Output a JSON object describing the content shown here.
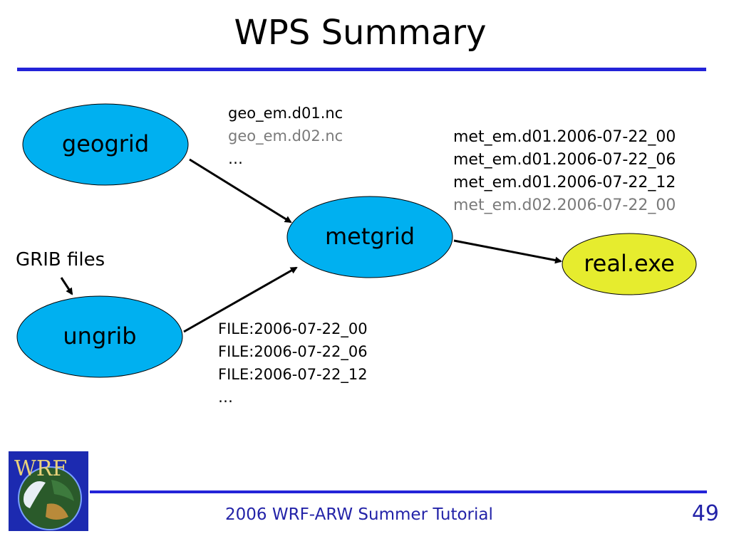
{
  "title": "WPS Summary",
  "nodes": {
    "geogrid": "geogrid",
    "ungrib": "ungrib",
    "metgrid": "metgrid",
    "real": "real.exe"
  },
  "grib_label": "GRIB files",
  "geo_files": [
    {
      "text": "geo_em.d01.nc",
      "style": "normal"
    },
    {
      "text": "geo_em.d02.nc",
      "style": "gray"
    },
    {
      "text": "…",
      "style": "normal"
    }
  ],
  "met_files": [
    {
      "text": "met_em.d01.2006-07-22_00",
      "style": "normal"
    },
    {
      "text": "met_em.d01.2006-07-22_06",
      "style": "normal"
    },
    {
      "text": "met_em.d01.2006-07-22_12",
      "style": "normal"
    },
    {
      "text": "met_em.d02.2006-07-22_00",
      "style": "gray"
    }
  ],
  "ungrib_files": [
    {
      "text": "FILE:2006-07-22_00",
      "style": "normal"
    },
    {
      "text": "FILE:2006-07-22_06",
      "style": "normal"
    },
    {
      "text": "FILE:2006-07-22_12",
      "style": "normal"
    },
    {
      "text": "…",
      "style": "normal"
    }
  ],
  "logo_text": "WRF",
  "footer": "2006 WRF-ARW Summer Tutorial",
  "page_number": "49",
  "colors": {
    "node_fill": "#00b0f0",
    "real_fill": "#e6ec2e",
    "rule": "#2323d8",
    "footer_text": "#2323a8"
  }
}
